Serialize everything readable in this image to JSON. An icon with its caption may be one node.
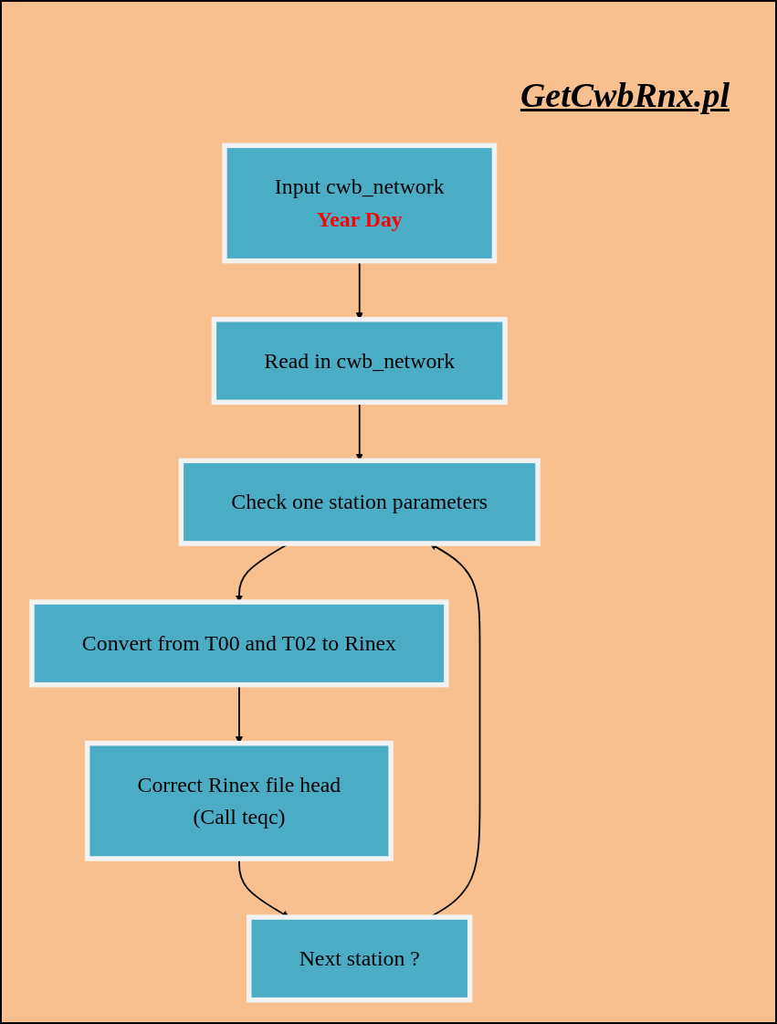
{
  "diagram": {
    "title": "GetCwbRnx.pl",
    "nodes": [
      {
        "text": [
          "Input cwb_network",
          "Year Day"
        ]
      },
      {
        "text": [
          "Read in cwb_network"
        ]
      },
      {
        "text": [
          "Check one station parameters"
        ]
      },
      {
        "text": [
          "Convert from T00 and T02 to Rinex"
        ]
      },
      {
        "text": [
          "Correct Rinex file head",
          "(Call teqc)"
        ]
      },
      {
        "text": [
          "Next station ?"
        ]
      }
    ],
    "edges": [
      {
        "from": 0,
        "to": 1,
        "arrow": "to"
      },
      {
        "from": 1,
        "to": 2,
        "arrow": "to"
      },
      {
        "from": 2,
        "to": 3,
        "arrow": "to"
      },
      {
        "from": 3,
        "to": 4,
        "arrow": "to"
      },
      {
        "from": 4,
        "to": 5,
        "arrow": "to"
      },
      {
        "from": 5,
        "to": 2,
        "arrow": "to"
      }
    ]
  }
}
